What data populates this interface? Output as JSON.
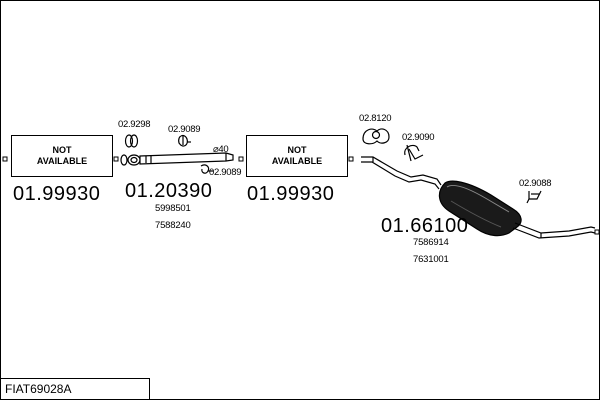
{
  "diagram_id": "FIAT69028A",
  "sections": [
    {
      "box_text": "NOT\nAVAILABLE",
      "number": "01.99930"
    },
    {
      "number": "01.20390",
      "refs": [
        "5998501",
        "7588240"
      ]
    },
    {
      "box_text": "NOT\nAVAILABLE",
      "number": "01.99930"
    },
    {
      "number": "01.66100",
      "refs": [
        "7586914",
        "7631001"
      ]
    }
  ],
  "small_parts": {
    "p1": "02.9298",
    "p2": "02.9089",
    "p3": "02.9089",
    "p4": "02.8120",
    "p5": "02.9090",
    "p6": "02.9088",
    "diameter": "⌀40"
  }
}
